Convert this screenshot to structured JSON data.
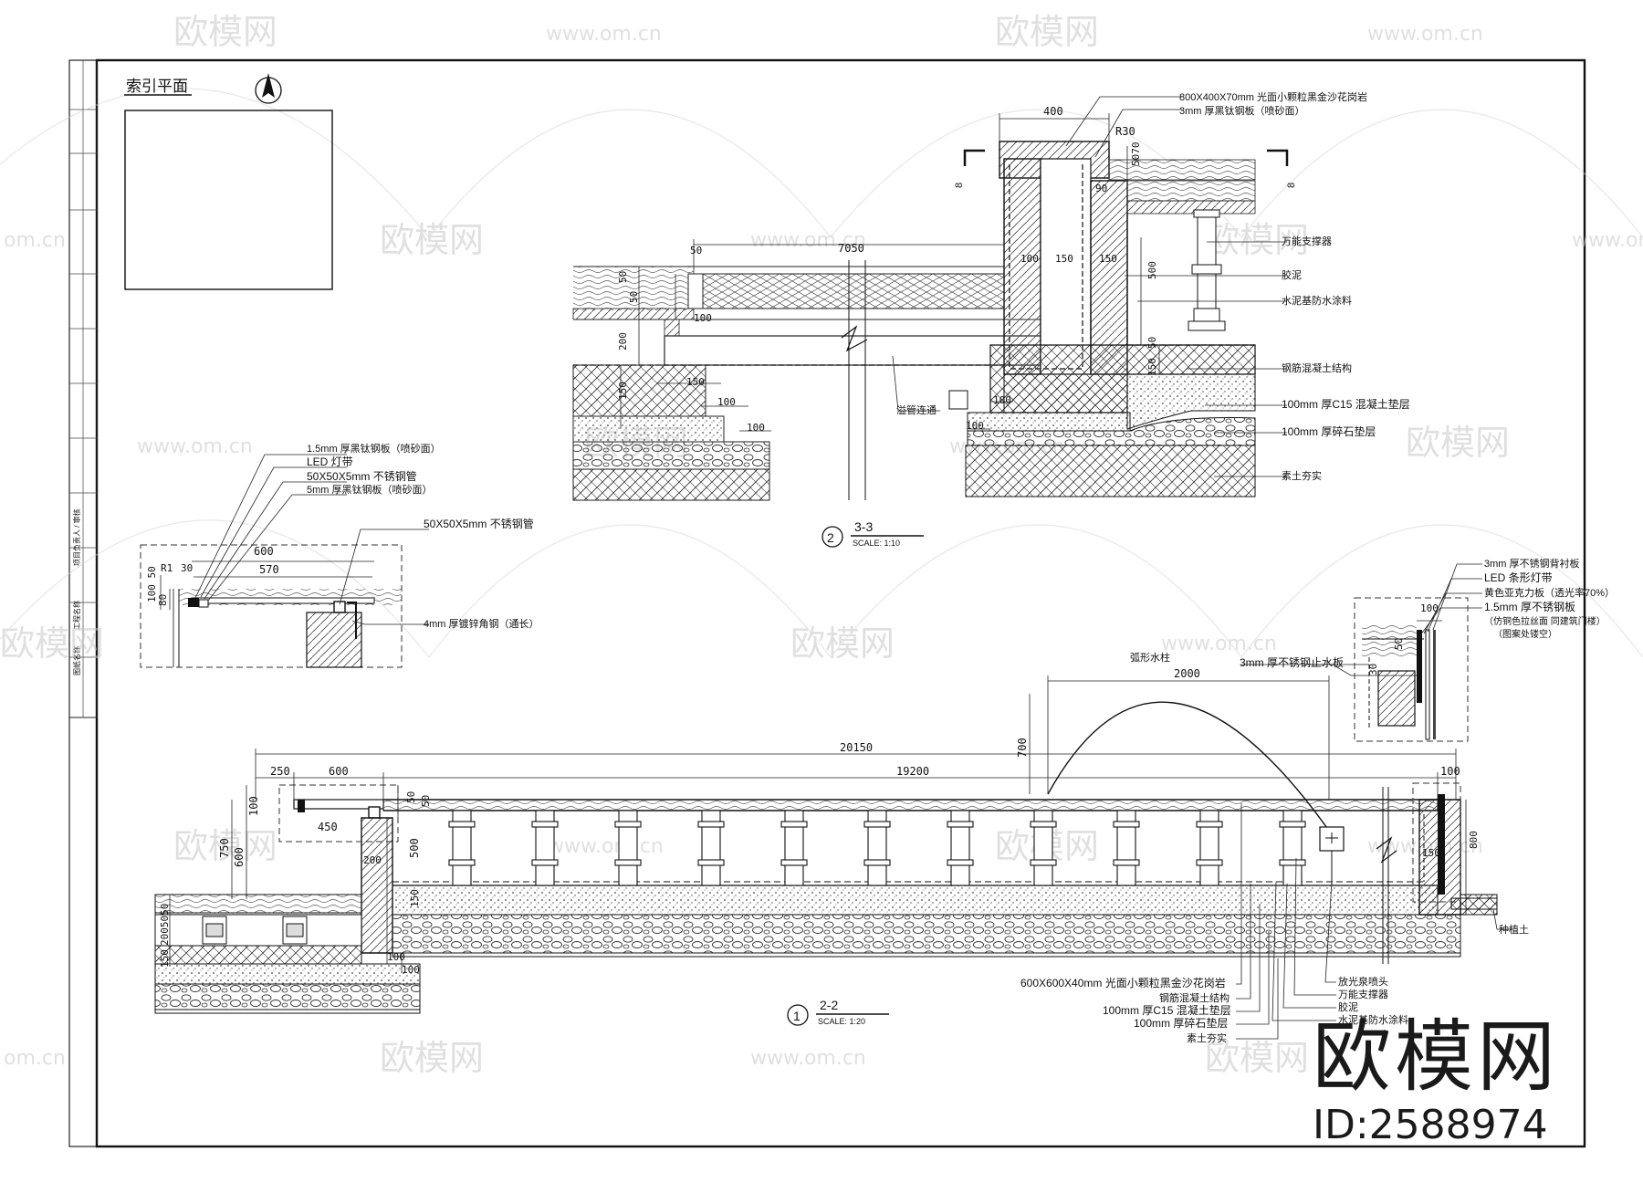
{
  "index_plan": {
    "title": "索引平面"
  },
  "section_33": {
    "number": "2",
    "title": "3-3",
    "scale": "SCALE:  1:10",
    "cut_mark": "8",
    "dims": {
      "top": "400",
      "r": "R30",
      "d50_70": "5070",
      "d90": "90",
      "d100": "100",
      "d150a": "150",
      "d150b": "150",
      "d500": "500",
      "d7050": "7050",
      "d50": "50",
      "d50v": "50",
      "d50v2": "50",
      "d100b": "100",
      "d200": "200",
      "d150c": "150",
      "d150d": "150",
      "d100c": "100",
      "d100d": "100",
      "d100e": "100",
      "d100f": "100",
      "d150e": "150",
      "d50f": "50"
    },
    "labels": [
      "800X400X70mm 光面小颗粒黑金沙花岗岩",
      "3mm 厚黑钛钢板（喷砂面）",
      "万能支撑器",
      "胶泥",
      "水泥基防水涂料",
      "钢筋混凝土结构",
      "100mm 厚C15 混凝土垫层",
      "100mm 厚碎石垫层",
      "素土夯实"
    ],
    "pipe_label": "溢管连通"
  },
  "detail_left": {
    "labels": [
      "1.5mm 厚黑钛钢板（喷砂面）",
      "LED 灯带",
      "50X50X5mm 不锈钢管",
      "5mm 厚黑钛钢板（喷砂面）",
      "50X50X5mm 不锈钢管",
      "4mm 厚镀锌角钢（通长）"
    ],
    "dims": {
      "w600": "600",
      "w570": "570",
      "d30": "30",
      "d10050": "100 50",
      "d80": "80",
      "r": "R1"
    }
  },
  "detail_right": {
    "labels": [
      "3mm 厚不锈钢背衬板",
      "LED 条形灯带",
      "黄色亚克力板（透光率70%）",
      "1.5mm 厚不锈钢板",
      "（仿铜色拉丝面 同建筑门楼）",
      "（图案处镂空）"
    ],
    "dims": {
      "d100": "100",
      "d50": "50",
      "d30": "30"
    }
  },
  "section_22": {
    "number": "1",
    "title": "2-2",
    "scale": "SCALE:  1:20",
    "arc_label": "弧形水柱",
    "arc_dim": "2000",
    "arc_h": "700",
    "lip_label": "3mm 厚不锈钢止水板",
    "dims": {
      "total": "20150",
      "inner": "19200",
      "d250": "250",
      "d600": "600",
      "d100r": "100",
      "d750": "750",
      "d600v": "600",
      "d100v": "100",
      "d50v": "50",
      "d450": "450",
      "d200": "200",
      "d500": "500",
      "d150": "150",
      "d50b": "50",
      "d200b": "2005050",
      "d150b": "150",
      "d100b": "100",
      "d100c": "100",
      "d150r": "150",
      "d800": "800"
    },
    "labels_left": [
      "600X600X40mm 光面小颗粒黑金沙花岗岩",
      "钢筋混凝土结构",
      "100mm 厚C15 混凝土垫层",
      "100mm 厚碎石垫层",
      "素土夯实"
    ],
    "labels_right": [
      "放光泉喷头",
      "万能支撑器",
      "胶泥",
      "水泥基防水涂料"
    ],
    "planting_label": "种植土"
  },
  "title_block": {
    "texts": [
      "图纸名称",
      "工程名称",
      "项目负责人 / 审核"
    ]
  },
  "watermark": {
    "brand": "欧模网",
    "url": "www.om.cn",
    "short_url": "om.cn"
  },
  "brand_corner": {
    "name": "欧模网",
    "id": "ID:2588974"
  }
}
